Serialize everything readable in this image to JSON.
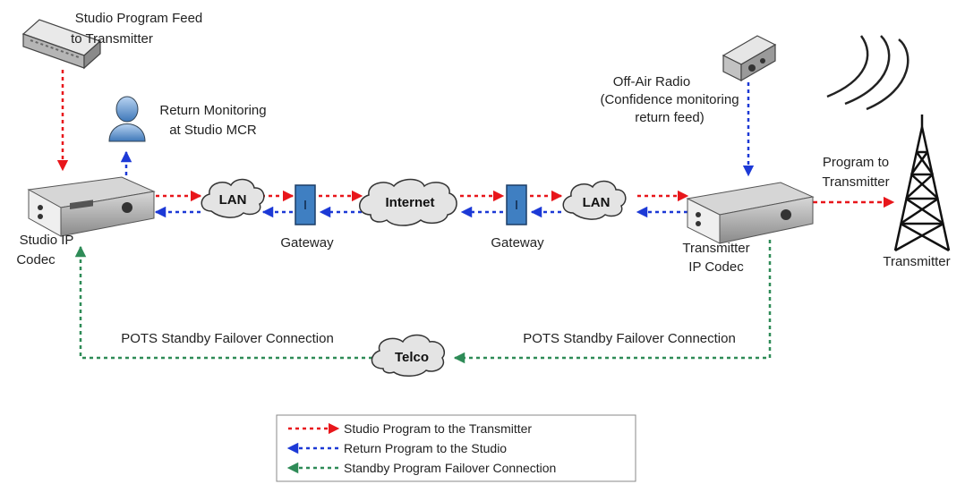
{
  "labels": {
    "feed_line1": "Studio Program Feed",
    "feed_line2": "to Transmitter",
    "return_mon_line1": "Return Monitoring",
    "return_mon_line2": "at Studio MCR",
    "offair_line1": "Off-Air Radio",
    "offair_line2": "(Confidence monitoring",
    "offair_line3": "return feed)",
    "studio_codec_line1": "Studio IP",
    "studio_codec_line2": "Codec",
    "tx_codec_line1": "Transmitter",
    "tx_codec_line2": "IP Codec",
    "gateway_left": "Gateway",
    "gateway_right": "Gateway",
    "program_to_tx_line1": "Program to",
    "program_to_tx_line2": "Transmitter",
    "transmitter": "Transmitter",
    "pots_left": "POTS Standby Failover Connection",
    "pots_right": "POTS Standby Failover Connection"
  },
  "clouds": {
    "lan_left": "LAN",
    "internet": "Internet",
    "lan_right": "LAN",
    "telco": "Telco"
  },
  "legend": {
    "items": [
      {
        "label": "Studio Program to the Transmitter",
        "color": "#e8161b"
      },
      {
        "label": "Return Program to the Studio",
        "color": "#1c39d6"
      },
      {
        "label": "Standby Program Failover Connection",
        "color": "#2e8b57"
      }
    ]
  },
  "colors": {
    "program": "#e8161b",
    "return": "#1c39d6",
    "standby": "#2e8b57",
    "gateway": "#3f7fc2"
  },
  "icons": [
    "router-icon",
    "person-icon",
    "radio-icon",
    "codec-icon",
    "gateway-icon",
    "tower-icon",
    "radio-waves-icon",
    "cloud-icon"
  ]
}
